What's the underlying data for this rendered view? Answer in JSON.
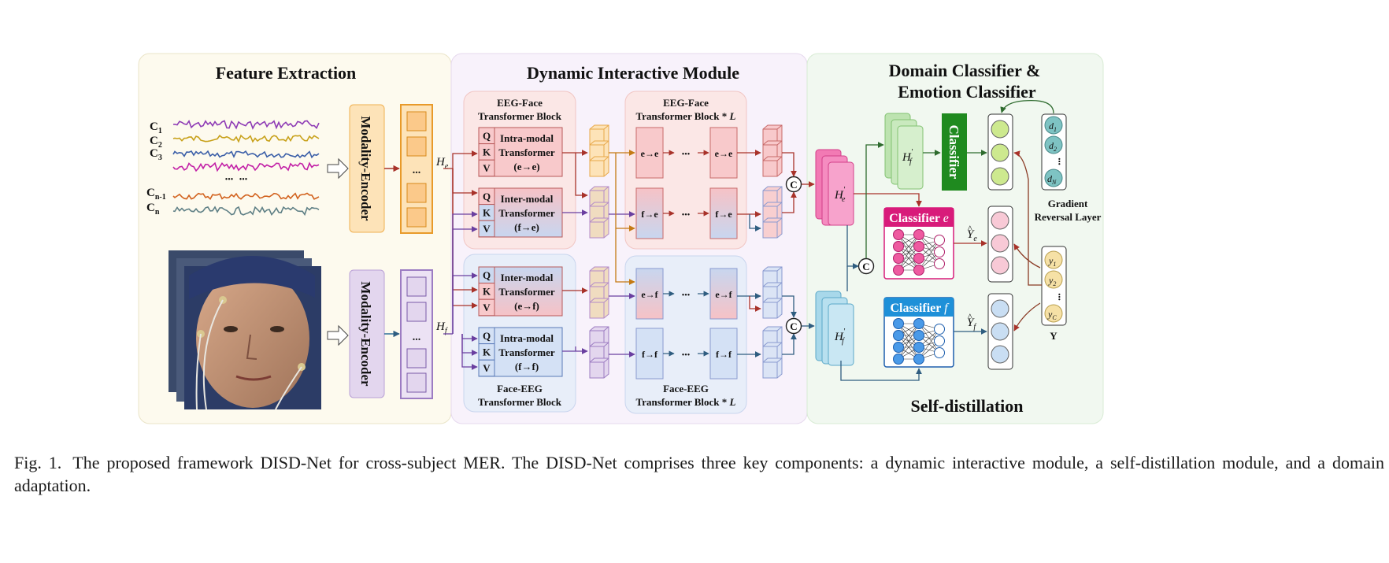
{
  "sections": {
    "feature_extraction": "Feature Extraction",
    "dynamic_interactive": "Dynamic Interactive Module",
    "domain_title_1": "Domain Classifier &",
    "domain_title_2": "Emotion Classifier",
    "self_distillation": "Self-distillation"
  },
  "eeg": {
    "channels": [
      "C",
      "C",
      "C",
      "C",
      "C"
    ],
    "channel_subs": [
      "1",
      "2",
      "3",
      "n-1",
      "n"
    ],
    "dots": "•••   •••"
  },
  "encoders": {
    "eeg": "Modality-Encoder",
    "face": "Modality-Encoder"
  },
  "features": {
    "he": "H",
    "he_sub": "e",
    "hf": "H",
    "hf_sub": "f",
    "ellipsis": "..."
  },
  "blocks": {
    "eeg_face_title_1": "EEG-Face",
    "eeg_face_title_2": "Transformer Block",
    "face_eeg_title_1": "Face-EEG",
    "face_eeg_title_2": "Transformer Block",
    "eeg_face_l_1": "EEG-Face",
    "eeg_face_l_2": "Transformer Block * ",
    "face_eeg_l_1": "Face-EEG",
    "face_eeg_l_2": "Transformer Block * ",
    "l_symbol": "L",
    "qkv": [
      "Q",
      "K",
      "V"
    ],
    "intra_e_1": "Intra-modal",
    "intra_e_2": "Transformer",
    "intra_e_3": "(e→e)",
    "inter_fe_1": "Inter-modal",
    "inter_fe_2": "Transformer",
    "inter_fe_3": "(f→e)",
    "inter_ef_1": "Inter-modal",
    "inter_ef_2": "Transformer",
    "inter_ef_3": "(e→f)",
    "intra_f_1": "Intra-modal",
    "intra_f_2": "Transformer",
    "intra_f_3": "(f→f)",
    "ee": "e→e",
    "fe": "f→e",
    "ef": "e→f",
    "ff": "f→f",
    "dots": "•••"
  },
  "concat": "C",
  "classifiers": {
    "domain": "Classifier",
    "emotion_e": "Classifier ",
    "emotion_e_sym": "e",
    "emotion_f": "Classifier ",
    "emotion_f_sym": "f",
    "he_prime": "H",
    "he_prime_sub": "e",
    "hf_prime": "H",
    "hf_prime_sub": "f",
    "prime": "′",
    "ye": "Y",
    "ye_sub": "e",
    "yf": "Y",
    "yf_sub": "f",
    "hat": "^"
  },
  "domain_labels": [
    "d",
    "d",
    "d"
  ],
  "domain_subs": [
    "1",
    "2",
    "N"
  ],
  "emotion_labels": [
    "y",
    "y",
    "y"
  ],
  "emotion_subs": [
    "1",
    "2",
    "C"
  ],
  "vdots": "•••",
  "y_label": "Y",
  "gradient_reversal_1": "Gradient",
  "gradient_reversal_2": "Reversal Layer",
  "caption": {
    "label": "Fig. 1.",
    "text": "The proposed framework DISD-Net for cross-subject MER. The DISD-Net comprises three key components: a dynamic interactive module, a self-distillation module, and a domain adaptation."
  },
  "colors": {
    "eeg_orange": "#f5a623",
    "face_purple": "#b9a0d6",
    "red": "#c0392b",
    "blue": "#3a6ea5",
    "pink": "#e8569a",
    "green_classifier": "#1e8a1e",
    "classifier_e": "#d81b7a",
    "classifier_f": "#1e88d8"
  }
}
